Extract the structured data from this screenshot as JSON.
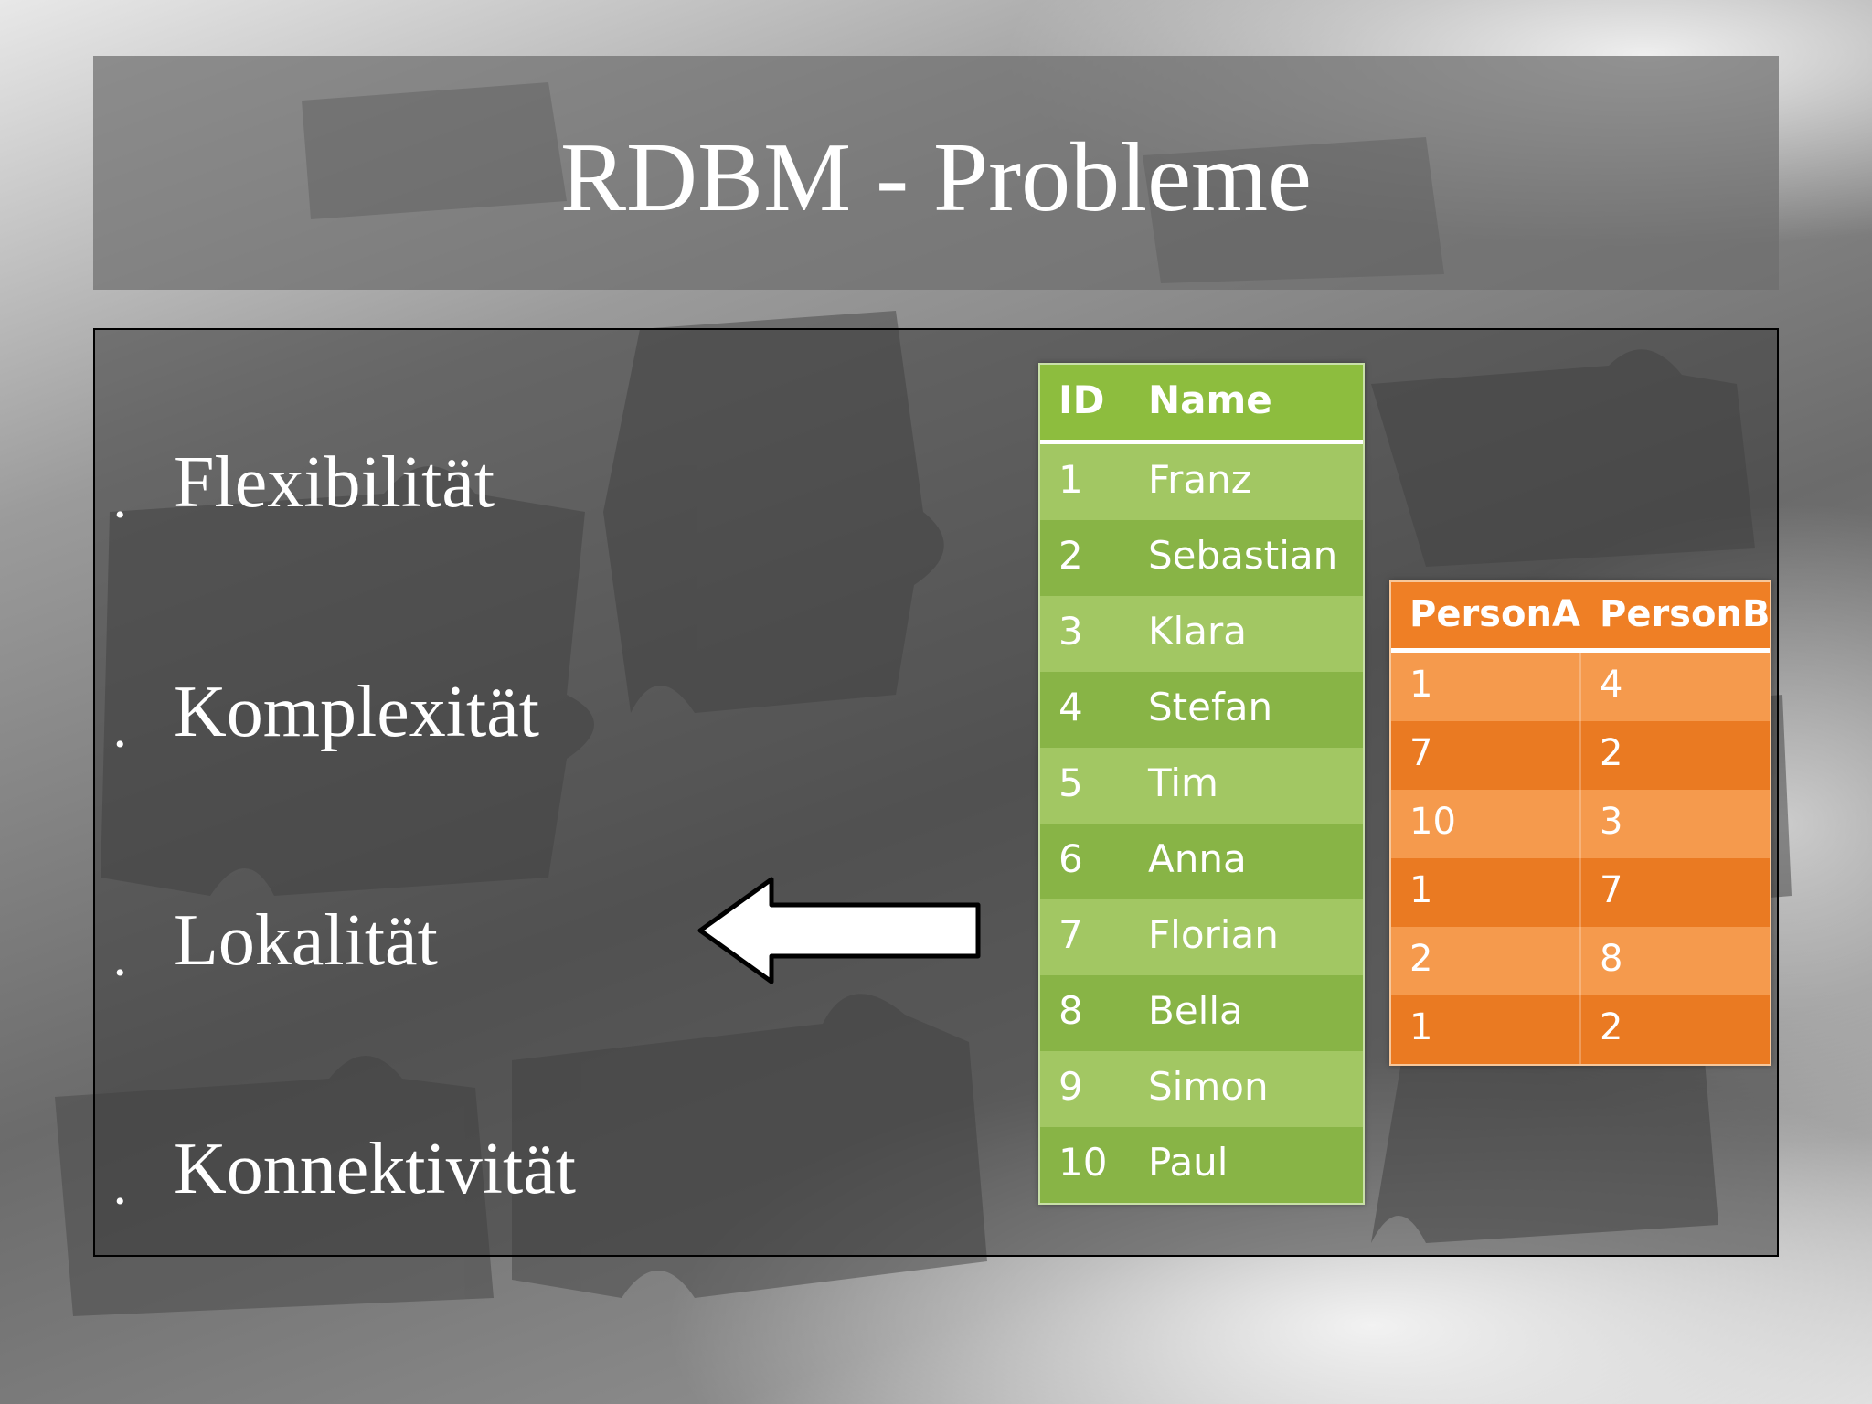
{
  "slide": {
    "title": "RDBM - Probleme",
    "bullets": [
      "Flexibilität",
      "Komplexität",
      "Lokalität",
      "Konnektivität"
    ],
    "bullet_glyph": "•"
  },
  "persons_table": {
    "headers": [
      "ID",
      "Name"
    ],
    "rows": [
      [
        "1",
        "Franz"
      ],
      [
        "2",
        "Sebastian"
      ],
      [
        "3",
        "Klara"
      ],
      [
        "4",
        "Stefan"
      ],
      [
        "5",
        "Tim"
      ],
      [
        "6",
        "Anna"
      ],
      [
        "7",
        "Florian"
      ],
      [
        "8",
        "Bella"
      ],
      [
        "9",
        "Simon"
      ],
      [
        "10",
        "Paul"
      ]
    ],
    "accent_color": "#8dbd3e"
  },
  "relations_table": {
    "headers": [
      "PersonA",
      "PersonB"
    ],
    "rows": [
      [
        "1",
        "4"
      ],
      [
        "7",
        "2"
      ],
      [
        "10",
        "3"
      ],
      [
        "1",
        "7"
      ],
      [
        "2",
        "8"
      ],
      [
        "1",
        "2"
      ]
    ],
    "accent_color": "#ef7f25"
  },
  "arrow": {
    "icon": "arrow-left-icon",
    "points_to": "Lokalität"
  }
}
